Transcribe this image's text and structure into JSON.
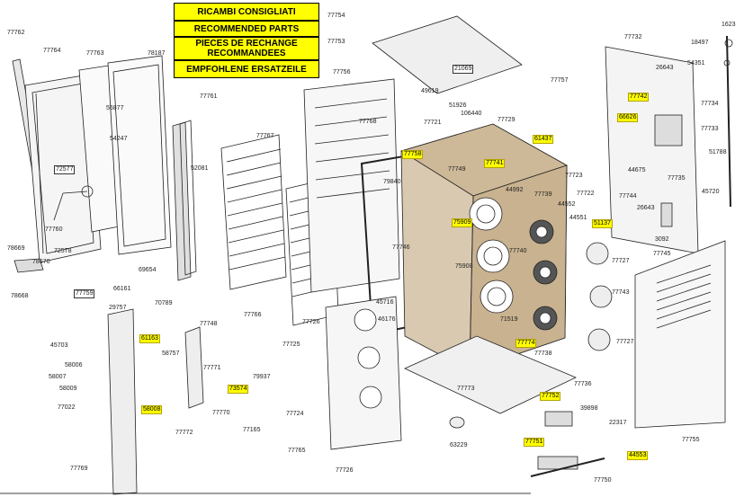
{
  "legend": {
    "title_it": "RICAMBI CONSIGLIATI",
    "title_en": "RECOMMENDED PARTS",
    "title_fr": "PIECES DE RECHANGE RECOMMANDEES",
    "title_de": "EMPFOHLENE ERSATZEILE"
  },
  "colors": {
    "highlight": "#ffff00",
    "line": "#222222",
    "part_fill": "#f2f2f2",
    "insulation": "#d9c9b0"
  },
  "part_labels": [
    "77762",
    "77764",
    "77763",
    "78187",
    "77761",
    "56877",
    "54247",
    "72577",
    "77760",
    "72578",
    "78669",
    "78670",
    "78668",
    "77759",
    "69654",
    "66161",
    "52081",
    "77767",
    "77756",
    "77768",
    "77754",
    "77753",
    "21069",
    "49619",
    "51926",
    "106440",
    "77721",
    "77757",
    "77729",
    "61437",
    "77732",
    "1623",
    "18497",
    "54351",
    "26643",
    "77742",
    "77734",
    "66626",
    "77733",
    "51788",
    "44675",
    "77735",
    "45720",
    "77744",
    "26643",
    "3092",
    "77745",
    "51137",
    "77727",
    "77743",
    "77727",
    "77758",
    "77741",
    "79840",
    "77749",
    "44992",
    "77739",
    "77723",
    "77722",
    "44552",
    "44551",
    "75909",
    "77740",
    "77746",
    "75908",
    "71519",
    "77726",
    "77766",
    "77738",
    "77774",
    "77755",
    "29757",
    "70789",
    "61163",
    "45703",
    "58006",
    "58007",
    "58009",
    "77022",
    "58008",
    "77769",
    "77748",
    "58757",
    "77771",
    "79937",
    "73574",
    "77770",
    "77772",
    "77165",
    "45716",
    "46176",
    "77725",
    "77724",
    "77765",
    "77726",
    "77773",
    "77736",
    "77752",
    "39898",
    "77751",
    "22317",
    "44553",
    "77750",
    "63229"
  ]
}
